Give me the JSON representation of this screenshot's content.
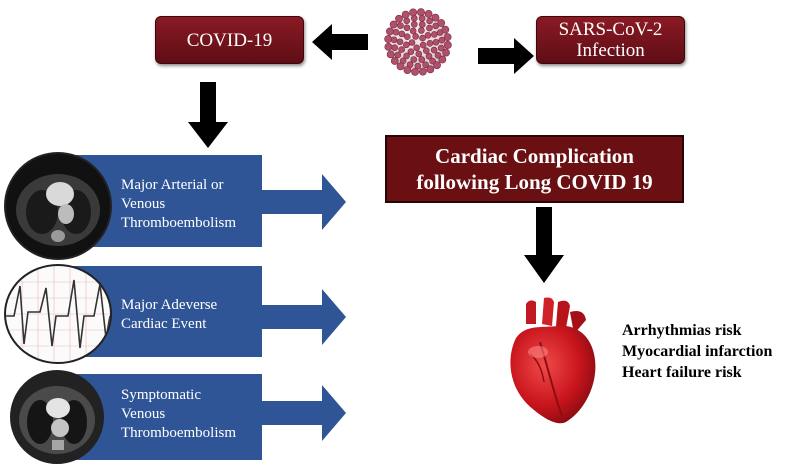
{
  "boxes": {
    "covid19": "COVID-19",
    "sars_line1": "SARS-CoV-2",
    "sars_line2": "Infection",
    "cardiac_line1": "Cardiac Complication",
    "cardiac_line2": "following Long COVID 19"
  },
  "events": [
    {
      "line1": "Major Arterial or",
      "line2": "Venous",
      "line3": "Thromboembolism"
    },
    {
      "line1": "Major Adeverse",
      "line2": "Cardiac Event"
    },
    {
      "line1": "Symptomatic",
      "line2": "Venous",
      "line3": "Thromboembolism"
    }
  ],
  "risks": [
    "Arrhythmias risk",
    "Myocardial infarction",
    "Heart failure risk"
  ],
  "colors": {
    "maroon": "#7a1520",
    "blue": "#2f5597",
    "arrow": "#000000"
  },
  "icons": [
    "virus-icon",
    "ct-scan-icon",
    "ecg-icon",
    "chest-ct-icon",
    "heart-icon"
  ]
}
